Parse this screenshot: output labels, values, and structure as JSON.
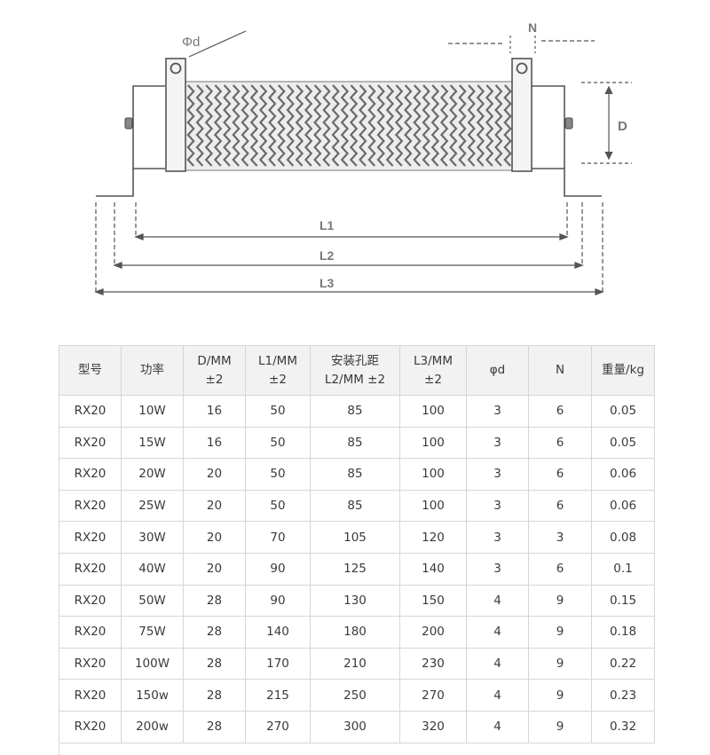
{
  "diagram": {
    "labels": {
      "phi_d": "Φd",
      "N": "N",
      "D": "D",
      "L1": "L1",
      "L2": "L2",
      "L3": "L3"
    },
    "colors": {
      "outline": "#555555",
      "label": "#777777",
      "coil": "#6a6a6a"
    }
  },
  "table": {
    "headers": [
      [
        "型号"
      ],
      [
        "功率"
      ],
      [
        "D/MM",
        "±2"
      ],
      [
        "L1/MM",
        "±2"
      ],
      [
        "安装孔距",
        "L2/MM ±2"
      ],
      [
        "L3/MM",
        "±2"
      ],
      [
        "φd"
      ],
      [
        "N"
      ],
      [
        "重量/kg"
      ]
    ],
    "rows": [
      [
        "RX20",
        "10W",
        "16",
        "50",
        "85",
        "100",
        "3",
        "6",
        "0.05"
      ],
      [
        "RX20",
        "15W",
        "16",
        "50",
        "85",
        "100",
        "3",
        "6",
        "0.05"
      ],
      [
        "RX20",
        "20W",
        "20",
        "50",
        "85",
        "100",
        "3",
        "6",
        "0.06"
      ],
      [
        "RX20",
        "25W",
        "20",
        "50",
        "85",
        "100",
        "3",
        "6",
        "0.06"
      ],
      [
        "RX20",
        "30W",
        "20",
        "70",
        "105",
        "120",
        "3",
        "3",
        "0.08"
      ],
      [
        "RX20",
        "40W",
        "20",
        "90",
        "125",
        "140",
        "3",
        "6",
        "0.1"
      ],
      [
        "RX20",
        "50W",
        "28",
        "90",
        "130",
        "150",
        "4",
        "9",
        "0.15"
      ],
      [
        "RX20",
        "75W",
        "28",
        "140",
        "180",
        "200",
        "4",
        "9",
        "0.18"
      ],
      [
        "RX20",
        "100W",
        "28",
        "170",
        "210",
        "230",
        "4",
        "9",
        "0.22"
      ],
      [
        "RX20",
        "150w",
        "28",
        "215",
        "250",
        "270",
        "4",
        "9",
        "0.23"
      ],
      [
        "RX20",
        "200w",
        "28",
        "270",
        "300",
        "320",
        "4",
        "9",
        "0.32"
      ]
    ]
  }
}
